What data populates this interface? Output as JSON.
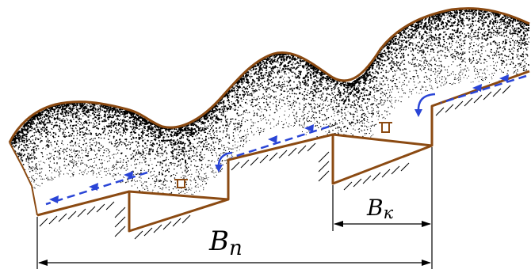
{
  "labels": {
    "bench_width": "B",
    "bench_width_sub": "n",
    "berm_width": "B",
    "berm_width_sub": "к"
  },
  "colors": {
    "outline": "#8b4a12",
    "flow_arrow": "#2a45d6",
    "hatch": "#000000",
    "speckle": "#000000",
    "dimension": "#000000"
  },
  "icons": {
    "outlet": "pipe-outlet-icon",
    "flow": "flow-arrow-icon"
  }
}
